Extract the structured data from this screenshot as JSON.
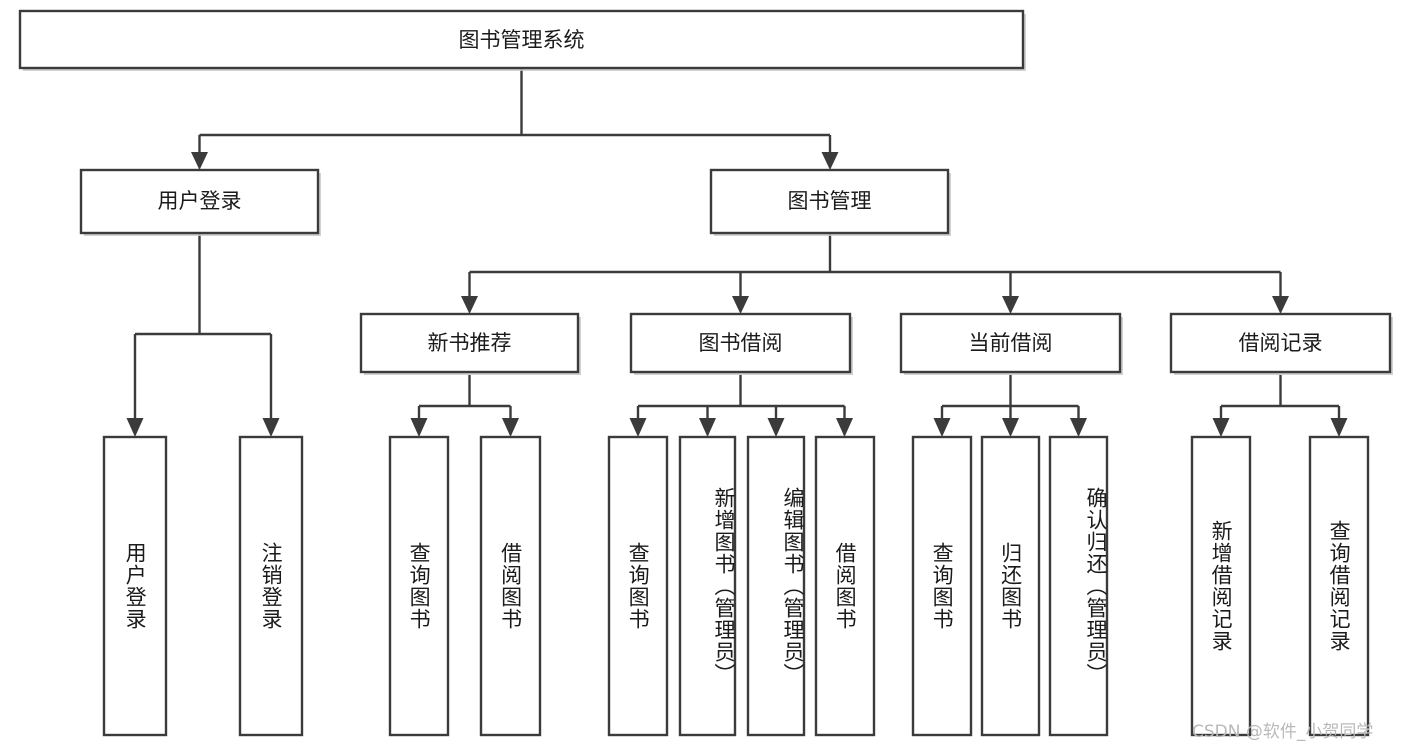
{
  "diagram": {
    "type": "tree-hierarchy",
    "title": "图书管理系统",
    "orientation": "top-down",
    "colors": {
      "box_fill": "#ffffff",
      "box_stroke": "#3b3b3b",
      "text": "#1b1b1b",
      "watermark": "#b9b9b9",
      "background": "#ffffff"
    },
    "root": {
      "id": "root",
      "label": "图书管理系统",
      "level": 0,
      "orientation": "horizontal"
    },
    "level1": [
      {
        "id": "user-login",
        "label": "用户登录",
        "level": 1,
        "orientation": "horizontal"
      },
      {
        "id": "book-management",
        "label": "图书管理",
        "level": 1,
        "orientation": "horizontal"
      }
    ],
    "level2": [
      {
        "id": "new-book-recommend",
        "label": "新书推荐",
        "level": 2,
        "parent": "book-management",
        "orientation": "horizontal"
      },
      {
        "id": "book-borrow",
        "label": "图书借阅",
        "level": 2,
        "parent": "book-management",
        "orientation": "horizontal"
      },
      {
        "id": "current-borrow",
        "label": "当前借阅",
        "level": 2,
        "parent": "book-management",
        "orientation": "horizontal"
      },
      {
        "id": "borrow-record",
        "label": "借阅记录",
        "level": 2,
        "parent": "book-management",
        "orientation": "horizontal"
      }
    ],
    "leaves": [
      {
        "id": "leaf-user-login",
        "label": "用户登录",
        "parent": "user-login",
        "orientation": "vertical"
      },
      {
        "id": "leaf-logout-login",
        "label": "注销登录",
        "parent": "user-login",
        "orientation": "vertical"
      },
      {
        "id": "leaf-query-book-1",
        "label": "查询图书",
        "parent": "new-book-recommend",
        "orientation": "vertical"
      },
      {
        "id": "leaf-borrow-book-1",
        "label": "借阅图书",
        "parent": "new-book-recommend",
        "orientation": "vertical"
      },
      {
        "id": "leaf-query-book-2",
        "label": "查询图书",
        "parent": "book-borrow",
        "orientation": "vertical"
      },
      {
        "id": "leaf-add-book",
        "label": "新增图书（管理员）",
        "parent": "book-borrow",
        "orientation": "vertical"
      },
      {
        "id": "leaf-edit-book",
        "label": "编辑图书（管理员）",
        "parent": "book-borrow",
        "orientation": "vertical"
      },
      {
        "id": "leaf-borrow-book-2",
        "label": "借阅图书",
        "parent": "book-borrow",
        "orientation": "vertical"
      },
      {
        "id": "leaf-query-book-3",
        "label": "查询图书",
        "parent": "current-borrow",
        "orientation": "vertical"
      },
      {
        "id": "leaf-return-book",
        "label": "归还图书",
        "parent": "current-borrow",
        "orientation": "vertical"
      },
      {
        "id": "leaf-confirm-return",
        "label": "确认归还（管理员）",
        "parent": "current-borrow",
        "orientation": "vertical"
      },
      {
        "id": "leaf-add-record",
        "label": "新增借阅记录",
        "parent": "borrow-record",
        "orientation": "vertical"
      },
      {
        "id": "leaf-query-record",
        "label": "查询借阅记录",
        "parent": "borrow-record",
        "orientation": "vertical"
      }
    ],
    "watermark": "CSDN @软件_小贺同学"
  }
}
